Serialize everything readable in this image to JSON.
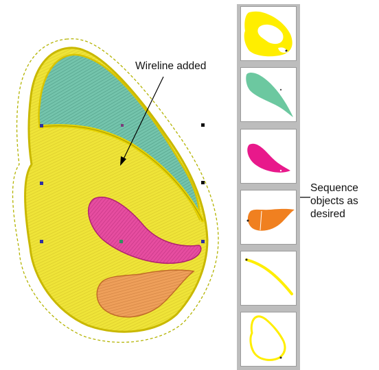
{
  "callouts": {
    "wireline": "Wireline added",
    "sequence_lines": [
      "Sequence",
      "objects as",
      "desired"
    ]
  },
  "sequence_list": {
    "items": [
      {
        "name": "wing-outline-object",
        "color": "#ffee00"
      },
      {
        "name": "upper-wing-fill-object",
        "color": "#6cc8a0"
      },
      {
        "name": "pink-spot-object",
        "color": "#e8198b"
      },
      {
        "name": "orange-spot-object",
        "color": "#f08020"
      },
      {
        "name": "wireline-object",
        "color": "#ffee00"
      },
      {
        "name": "wing-border-object",
        "color": "#ffee00"
      }
    ]
  },
  "colors": {
    "wing_yellow": "#f2e838",
    "wing_outline": "#c9b800",
    "upper_fill": "#6cbca6",
    "pink": "#e0499a",
    "orange": "#eb9a55",
    "panel_bg": "#bdbdbd"
  }
}
